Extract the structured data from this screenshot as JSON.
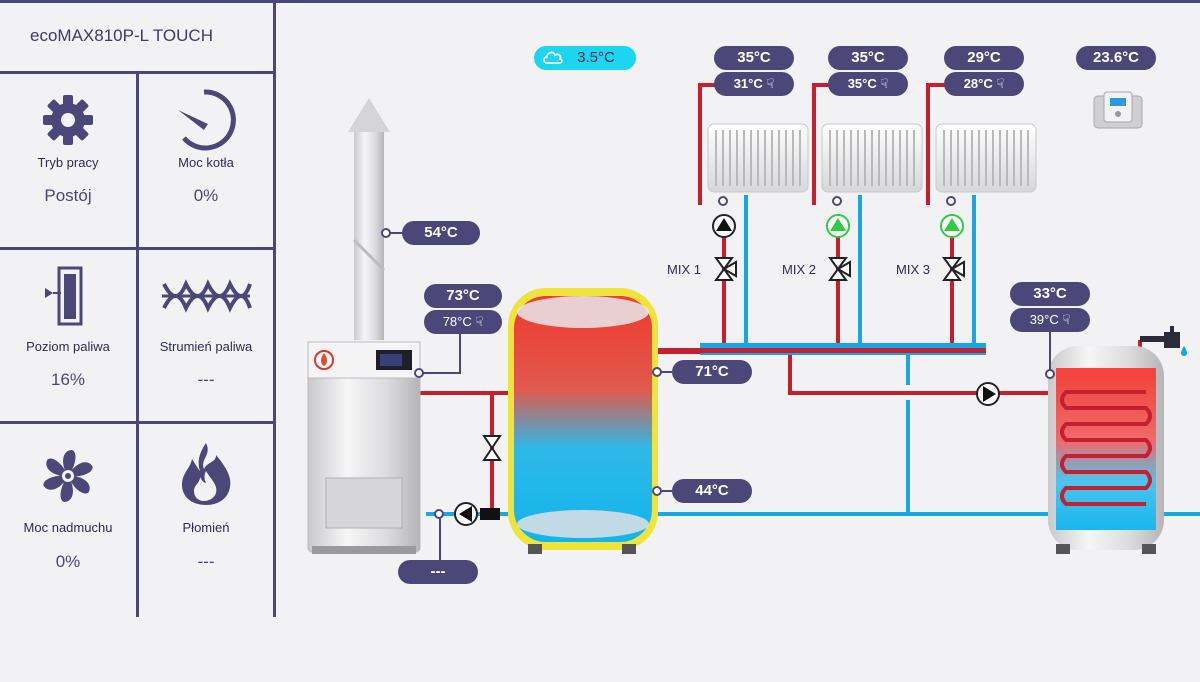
{
  "app": {
    "title": "ecoMAX810P-L TOUCH"
  },
  "tiles": [
    {
      "label": "Tryb pracy",
      "value": "Postój",
      "icon": "gear-icon"
    },
    {
      "label": "Moc kotła",
      "value": "0%",
      "icon": "gauge-icon"
    },
    {
      "label": "Poziom paliwa",
      "value": "16%",
      "icon": "fuel-level-icon"
    },
    {
      "label": "Strumień paliwa",
      "value": "---",
      "icon": "auger-icon"
    },
    {
      "label": "Moc nadmuchu",
      "value": "0%",
      "icon": "fan-icon"
    },
    {
      "label": "Płomień",
      "value": "---",
      "icon": "flame-icon"
    }
  ],
  "weather": {
    "outdoor_temp": "3.5°C",
    "icon": "cloud-icon"
  },
  "room_thermostat": {
    "temp": "23.6°C",
    "icon": "thermostat-icon"
  },
  "circuits": [
    {
      "label": "MIX 1",
      "temp": "35°C",
      "setpoint": "31°C",
      "pump_state": "off"
    },
    {
      "label": "MIX 2",
      "temp": "35°C",
      "setpoint": "35°C",
      "pump_state": "on"
    },
    {
      "label": "MIX 3",
      "temp": "29°C",
      "setpoint": "28°C",
      "pump_state": "on"
    }
  ],
  "boiler": {
    "temp": "73°C",
    "setpoint": "78°C",
    "return_temp": "---"
  },
  "flue": {
    "temp": "54°C"
  },
  "buffer": {
    "top_temp": "71°C",
    "bottom_temp": "44°C"
  },
  "dhw": {
    "temp": "33°C",
    "setpoint": "39°C"
  },
  "colors": {
    "accent": "#4b4778",
    "hot": "#c4202f",
    "cold": "#1aa6e0",
    "pump_on": "#2ecc40",
    "buffer_jacket": "#f0e43a",
    "weather_badge": "#1bd6ee"
  }
}
